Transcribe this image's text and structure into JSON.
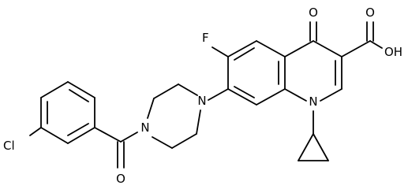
{
  "atoms": {
    "fluorine": "F",
    "ketone_oxygen": "O",
    "acid_oxygen": "O",
    "hydroxyl": "OH",
    "quinolone_nitrogen": "N",
    "piperazine_n_aryl": "N",
    "piperazine_n_acyl": "N",
    "amide_oxygen": "O",
    "chlorine": "Cl"
  }
}
